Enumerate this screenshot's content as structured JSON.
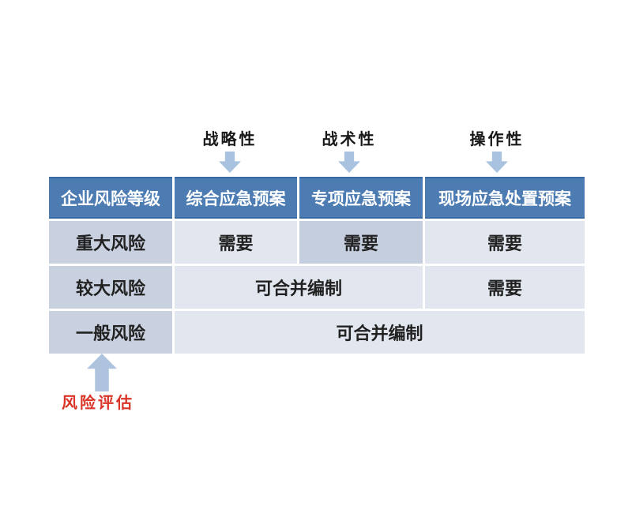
{
  "figure": {
    "plan_type_labels": [
      "战略性",
      "战术性",
      "操作性"
    ],
    "risk_assessment_label": "风险评估",
    "table": {
      "headers": [
        "企业风险等级",
        "综合应急预案",
        "专项应急预案",
        "现场应急处置预案"
      ],
      "rows": [
        {
          "risk_level": "重大风险",
          "comprehensive": "需要",
          "special": "需要",
          "onsite": "需要"
        },
        {
          "risk_level": "较大风险",
          "merged_comprehensive_special": "可合并编制",
          "onsite": "需要"
        },
        {
          "risk_level": "一般风险",
          "merged_all_plans": "可合并编制"
        }
      ]
    },
    "colors": {
      "header_bg": "#4d7cb3",
      "header_border": "#3a6aa3",
      "header_text": "#ffffff",
      "level_cell_bg": "#c9d1e0",
      "light_cell_bg": "#e2e7ef",
      "highlight_cell_bg": "#c5cede",
      "arrow_fill": "#a8c2df",
      "risk_label_color": "#d93427",
      "body_text": "#212121"
    }
  }
}
